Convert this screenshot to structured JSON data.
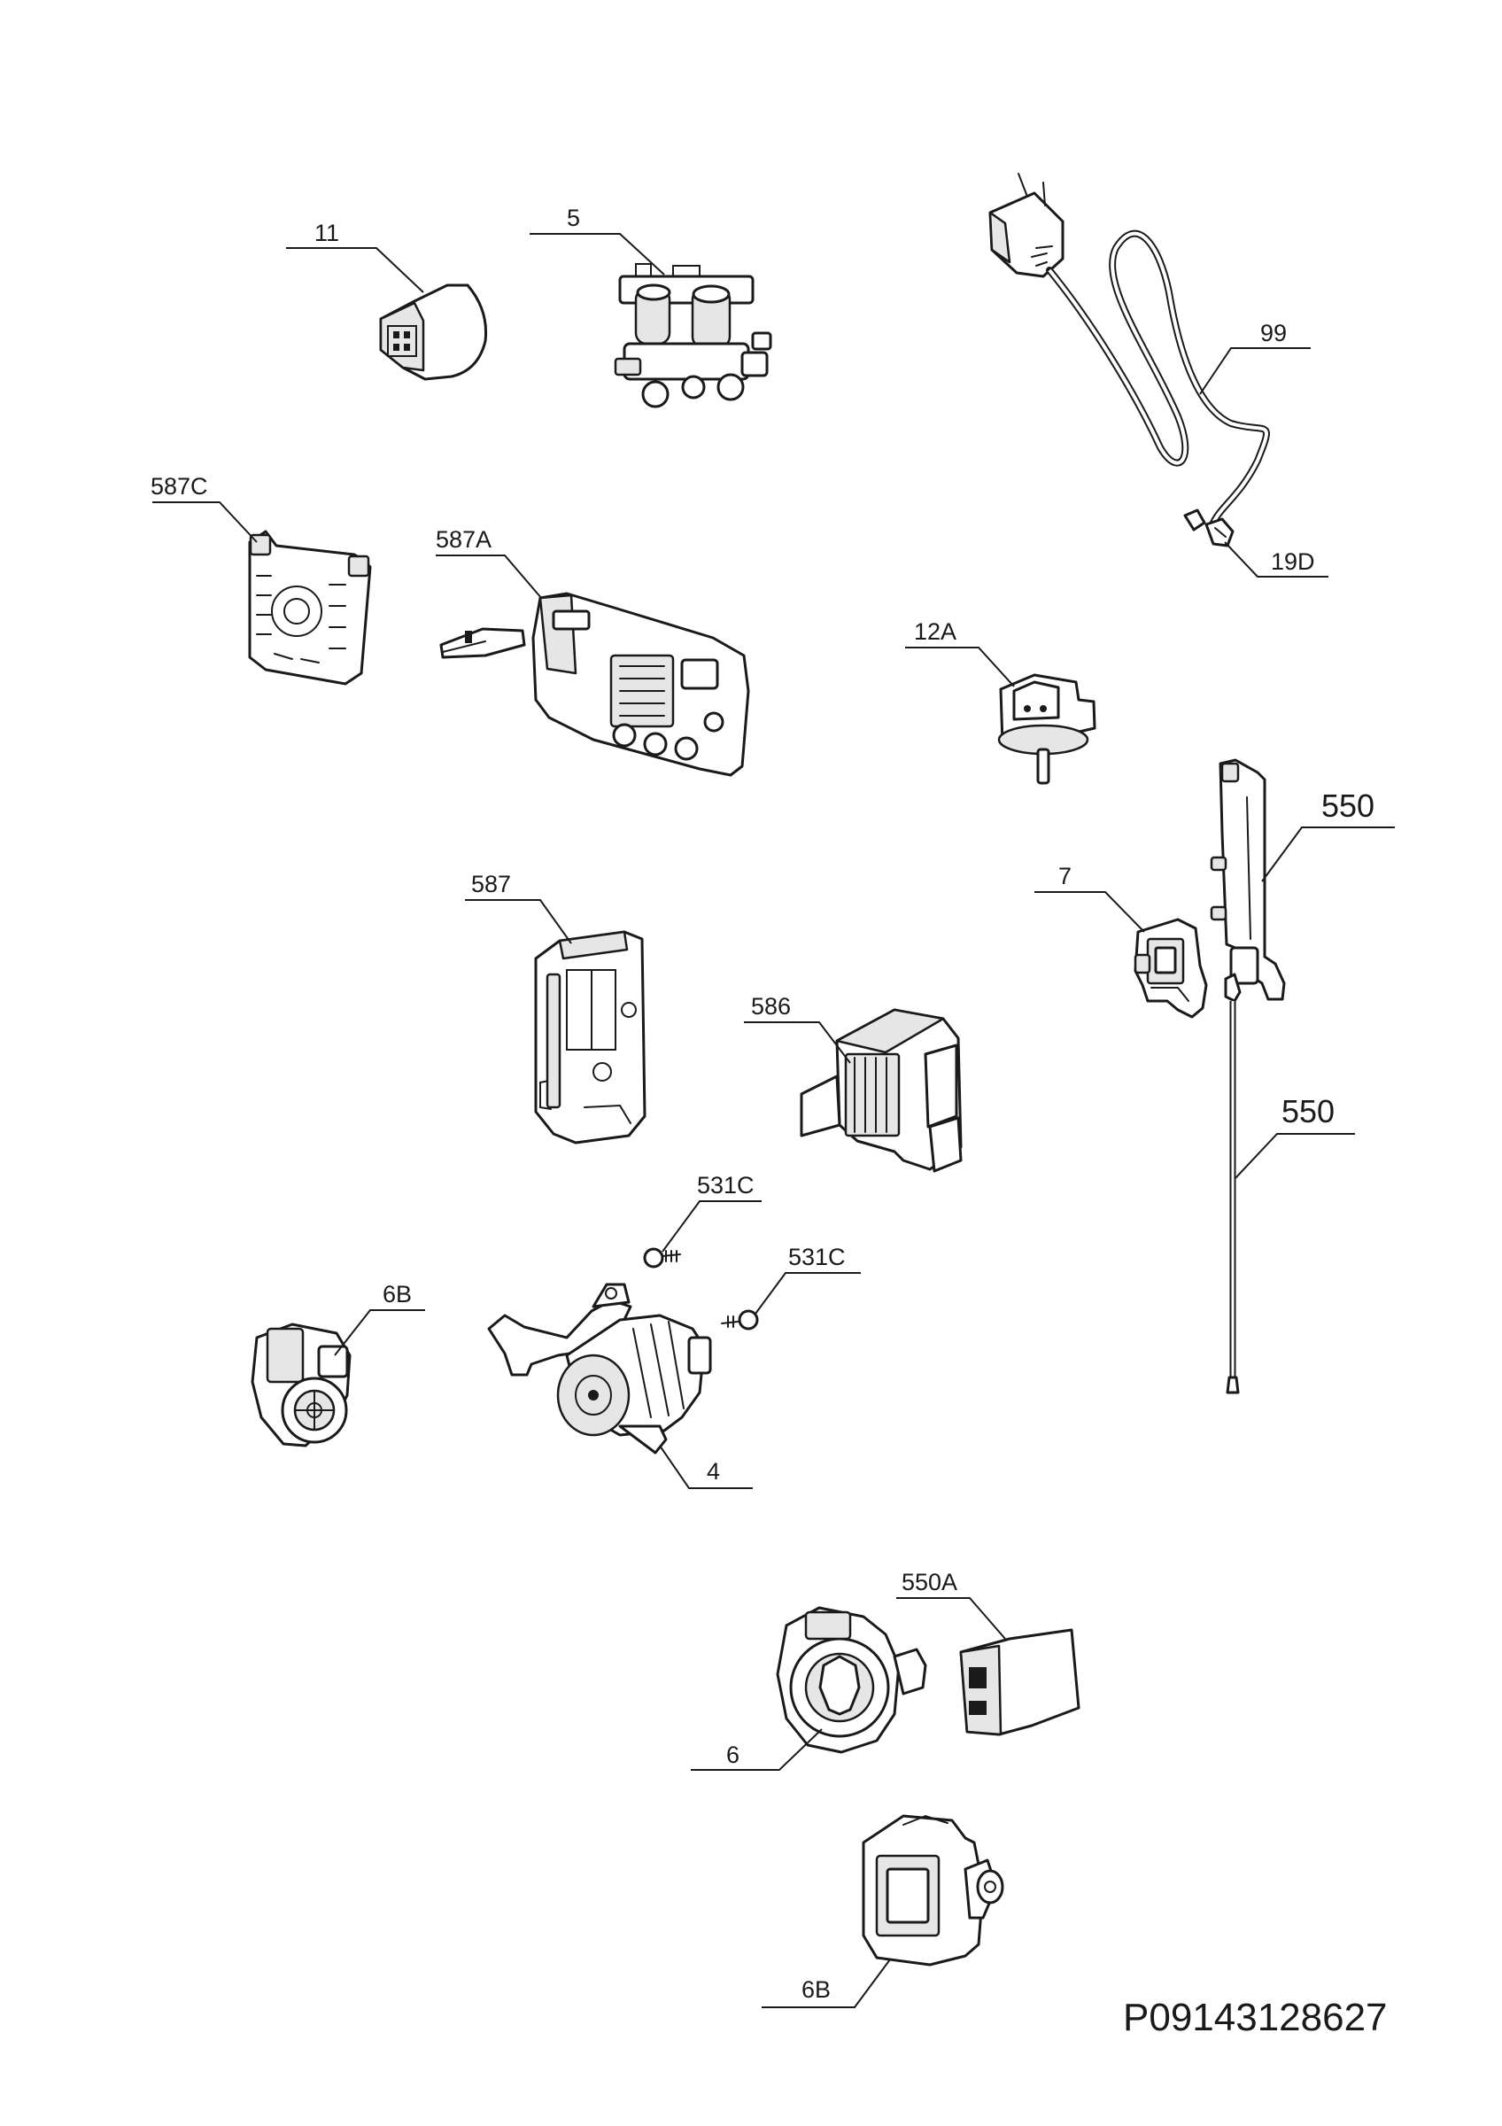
{
  "diagram": {
    "document_number": "P09143128627",
    "callouts": {
      "c11": "11",
      "c5": "5",
      "c99": "99",
      "c19D": "19D",
      "c587C": "587C",
      "c587A": "587A",
      "c12A": "12A",
      "c550_top": "550",
      "c7": "7",
      "c587": "587",
      "c586": "586",
      "c550_mid": "550",
      "c531C_a": "531C",
      "c531C_b": "531C",
      "c6B_left": "6B",
      "c4": "4",
      "c550A": "550A",
      "c6": "6",
      "c6B_bottom": "6B"
    }
  }
}
